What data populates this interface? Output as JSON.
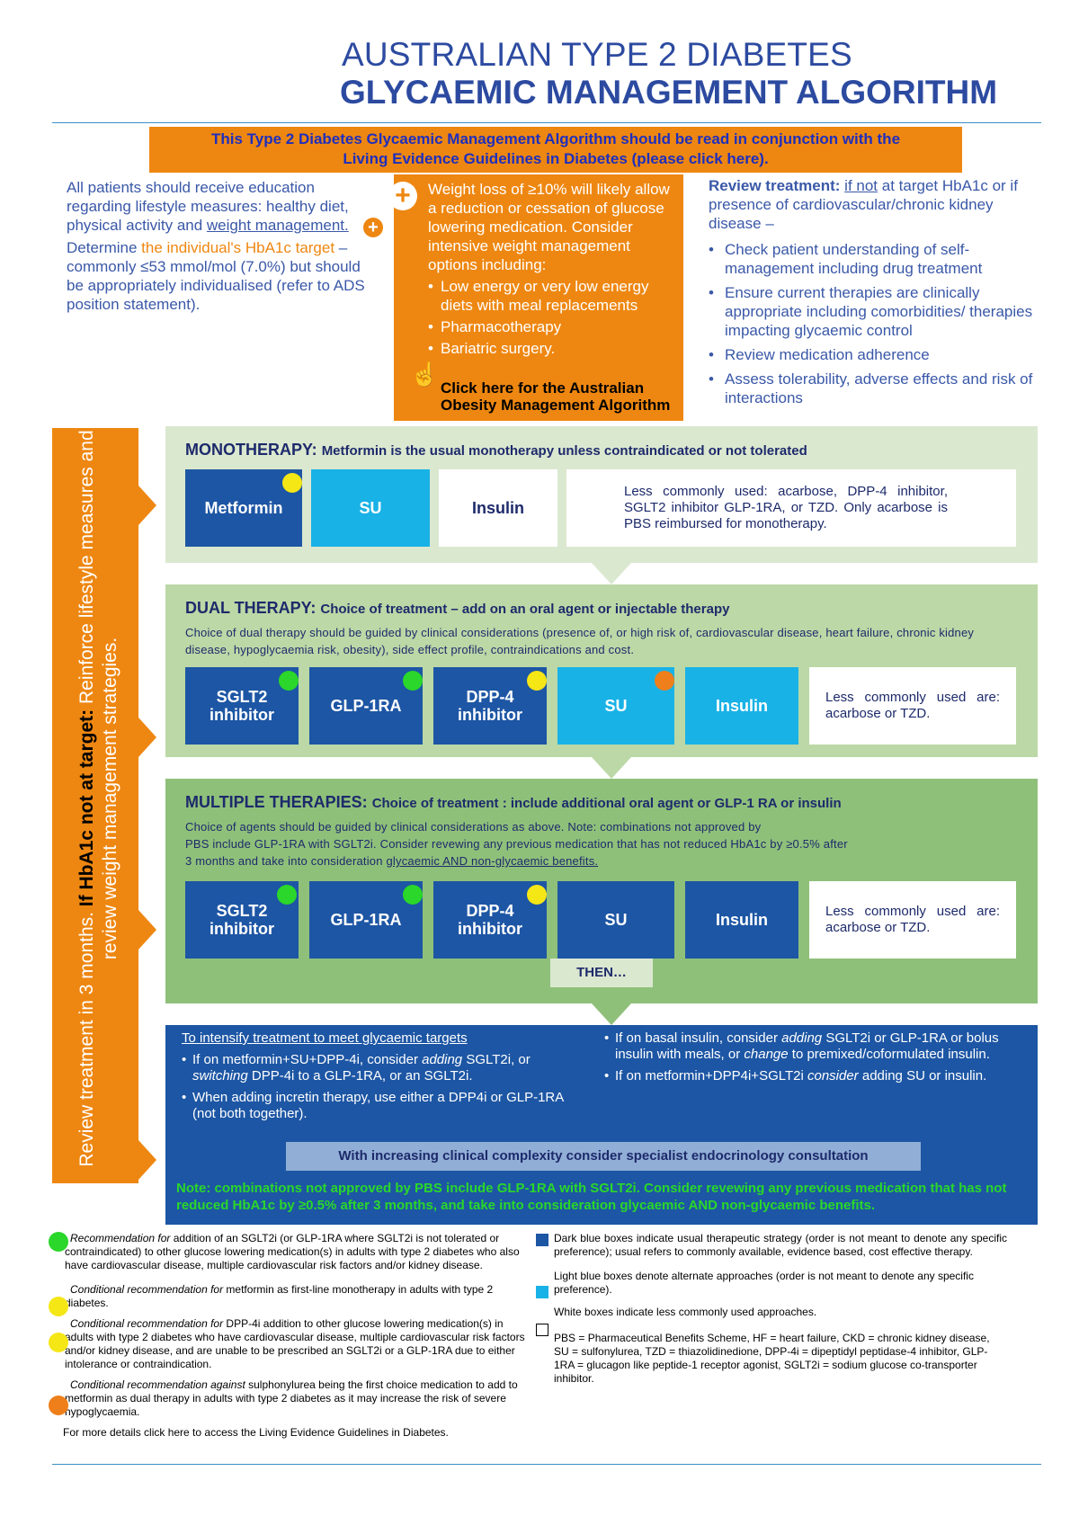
{
  "header": {
    "title_line1": "AUSTRALIAN TYPE 2 DIABETES",
    "title_line2": "GLYCAEMIC MANAGEMENT ALGORITHM"
  },
  "banner": {
    "line1": "This Type 2 Diabetes Glycaemic Management Algorithm should be read in conjunction with the",
    "line2": "Living Evidence Guidelines in Diabetes (please click here)."
  },
  "intro": {
    "p1_before": "All patients should receive education regarding lifestyle measures: healthy diet, physical activity and ",
    "p1_link": "weight management.",
    "p2_before": "Determine ",
    "p2_highlight": "the individual's HbA1c  target",
    "p2_after": " – commonly ≤53 mmol/mol  (7.0%) but should be appropriately individualised (refer to ADS position statement)."
  },
  "weight_box": {
    "text": "Weight loss of ≥10% will likely allow a reduction or cessation of glucose lowering medication. Consider intensive weight management options including:",
    "items": [
      "Low energy or very low energy diets with meal replacements",
      "Pharmacotherapy",
      "Bariatric surgery."
    ],
    "link": "Click here for the Australian Obesity Management Algorithm"
  },
  "review": {
    "title_bold": "Review treatment:",
    "title_u": "if not",
    "title_rest": " at target HbA1c or if presence of cardiovascular/chronic kidney disease –",
    "items": [
      "Check patient understanding of self-management including drug treatment",
      "Ensure current therapies are clinically appropriate including comorbidities/ therapies impacting glycaemic control",
      "Review medication adherence",
      "Assess tolerability, adverse effects and risk of interactions"
    ]
  },
  "side": {
    "text1": "Review treatment in 3 months. ",
    "text_bold": "If HbA1c not at target:",
    "text2": " Reinforce lifestyle measures and review weight management strategies."
  },
  "mono": {
    "heading": "MONOTHERAPY:",
    "sub": "Metformin is the usual monotherapy unless contraindicated or not tolerated",
    "boxes": [
      "Metformin",
      "SU",
      "Insulin"
    ],
    "less": "Less commonly used: acarbose, DPP-4 inhibitor, SGLT2 inhibitor GLP-1RA, or TZD. Only acarbose is PBS reimbursed for monotherapy."
  },
  "dual": {
    "heading": "DUAL THERAPY:",
    "sub": "Choice of treatment – add on an oral agent or injectable therapy",
    "desc": "Choice of dual therapy should be guided by clinical considerations (presence of, or high risk of, cardiovascular disease, heart failure, chronic kidney disease, hypoglycaemia risk, obesity), side effect profile, contraindications and cost.",
    "boxes": [
      "SGLT2 inhibitor",
      "GLP-1RA",
      "DPP-4 inhibitor",
      "SU",
      "Insulin"
    ],
    "less": "Less commonly used are: acarbose or TZD."
  },
  "multi": {
    "heading": "MULTIPLE THERAPIES:",
    "sub": "Choice of treatment : include additional oral agent or GLP-1 RA or insulin",
    "desc1": "Choice of agents should be guided by clinical considerations as above. Note: combinations not approved by",
    "desc2": "PBS include GLP-1RA with SGLT2i. Consider revewing any previous medication that has not reduced HbA1c by ≥0.5% after",
    "desc3": "3 months and take into consideration ",
    "desc3_u": "glycaemic AND non-glycaemic benefits.",
    "boxes": [
      "SGLT2 inhibitor",
      "GLP-1RA",
      "DPP-4 inhibitor",
      "SU",
      "Insulin"
    ],
    "less": "Less commonly used are: acarbose or TZD.",
    "then": "THEN…"
  },
  "intensify": {
    "heading": "To intensify treatment to meet glycaemic targets",
    "left": [
      {
        "a": "If on metformin+SU+DPP-4i, consider ",
        "b": "adding",
        "c": " SGLT2i, or ",
        "d": "switching",
        "e": " DPP-4i to a GLP-1RA, or an SGLT2i."
      },
      {
        "a": "When adding incretin therapy, use either a DPP4i or GLP-1RA (not both together).",
        "b": "",
        "c": "",
        "d": "",
        "e": ""
      }
    ],
    "right": [
      {
        "a": "If on basal insulin, consider ",
        "b": "adding",
        "c": " SGLT2i or GLP-1RA or bolus insulin with meals, or ",
        "d": "change",
        "e": " to premixed/coformulated insulin."
      },
      {
        "a": "If on metformin+DPP4i+SGLT2i ",
        "b": "consider",
        "c": " adding SU or insulin.",
        "d": "",
        "e": ""
      }
    ],
    "specialist": "With increasing clinical complexity consider specialist endocrinology consultation",
    "note": "Note: combinations not approved by PBS include GLP-1RA with SGLT2i. Consider revewing any previous medication that has not reduced HbA1c by ≥0.5% after 3 months, and take into consideration glycaemic AND non-glycaemic benefits."
  },
  "legend": {
    "green_i": "Recommendation for",
    "green": " addition of an SGLT2i (or GLP-1RA where SGLT2i is not tolerated or contraindicated) to other glucose lowering medication(s) in adults with type 2 diabetes who also have cardiovascular disease, multiple cardiovascular risk factors and/or kidney disease.",
    "yellow1_i": "Conditional recommendation for",
    "yellow1": " metformin as first-line monotherapy in adults with type 2 diabetes.",
    "yellow2_i": "Conditional recommendation for",
    "yellow2": " DPP-4i addition to other glucose lowering medication(s) in adults with type 2 diabetes who have cardiovascular disease, multiple cardiovascular risk factors and/or kidney disease, and are unable to be prescribed an SGLT2i or a GLP-1RA due to either intolerance or contraindication.",
    "orange_i": "Conditional recommendation against",
    "orange": " sulphonylurea being the first choice medication to add to metformin as dual therapy in adults with type 2 diabetes as it may increase the risk of severe hypoglycaemia.",
    "more": "For more details click here to access the Living Evidence Guidelines in Diabetes.",
    "dark": "Dark blue boxes indicate usual therapeutic strategy (order is not meant to denote any specific preference); usual refers to commonly available, evidence based, cost effective therapy.",
    "light": "Light blue boxes denote alternate approaches (order is not meant to denote any specific preference).",
    "white": "White boxes indicate less commonly used approaches.",
    "abbr": "PBS = Pharmaceutical Benefits Scheme, HF = heart failure, CKD = chronic kidney disease, SU = sulfonylurea, TZD = thiazolidinedione, DPP-4i = dipeptidyl peptidase-4 inhibitor, GLP-1RA = glucagon like peptide-1 receptor agonist, SGLT2i = sodium glucose co-transporter inhibitor."
  },
  "colors": {
    "orange": "#ee8711",
    "dark_blue": "#1d56a4",
    "light_blue": "#19b2e6",
    "green_dot": "#2ad72a",
    "yellow_dot": "#f5e616",
    "orange_dot": "#ef7f1a"
  }
}
